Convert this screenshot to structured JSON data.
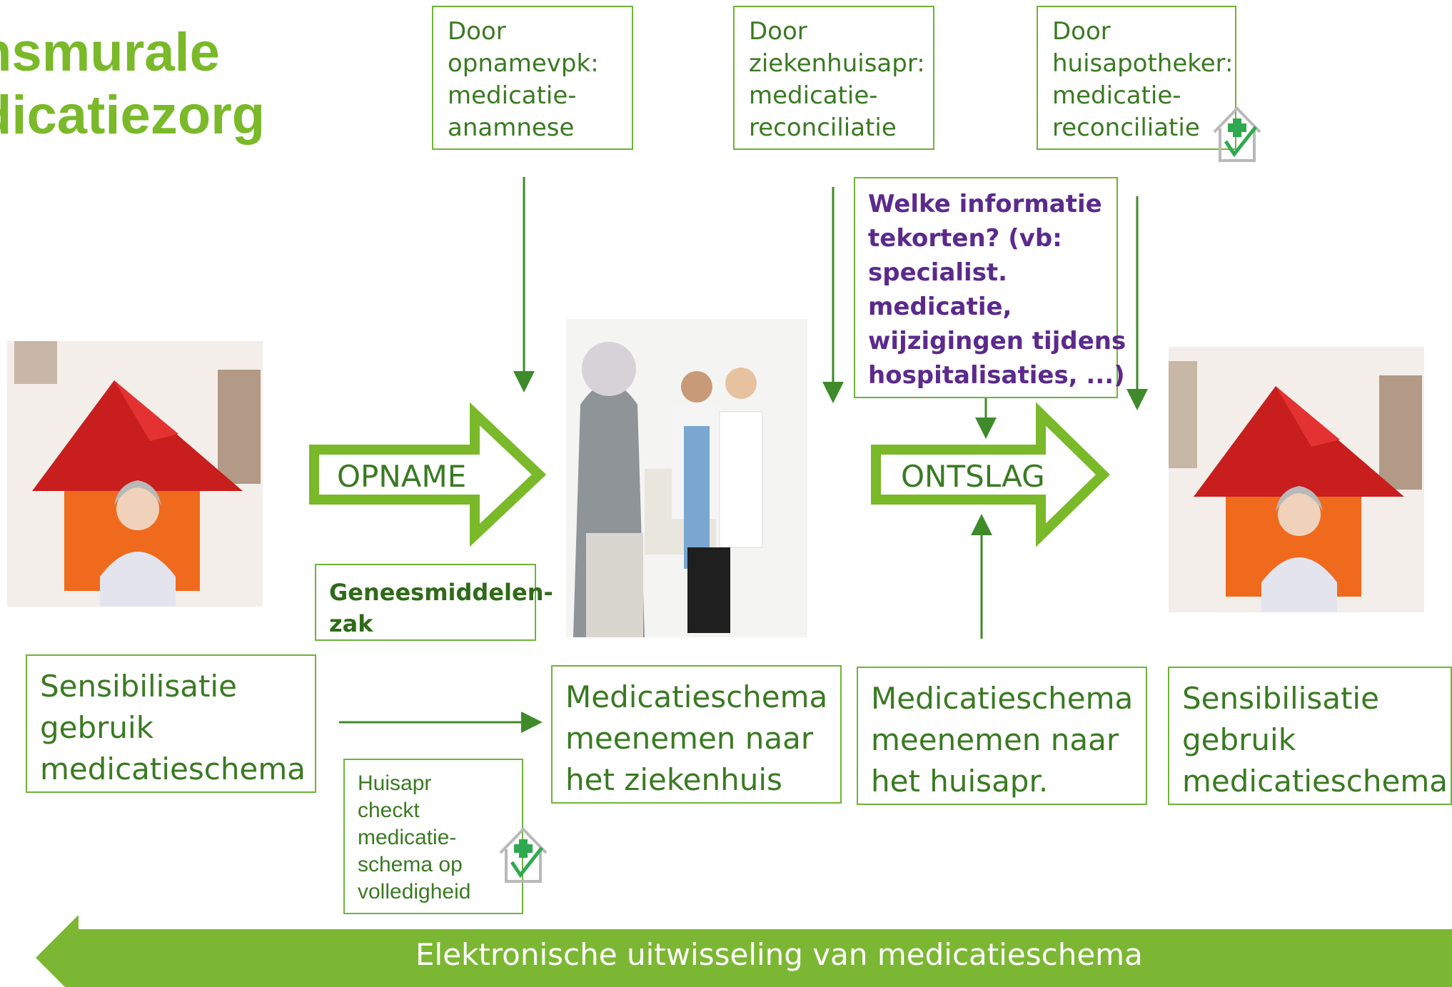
{
  "title": "nsmurale\ndicatiezorg",
  "top_boxes": [
    {
      "text": "Door\nopnamevpk:\nmedicatie-\nanamnese"
    },
    {
      "text": "Door\nziekenhuisapr:\nmedicatie-\nreconciliatie"
    },
    {
      "text": "Door\nhuisapotheker:\nmedicatie-\nreconciliatie"
    }
  ],
  "question_box": "Welke informatie\ntekorten? (vb:\nspecialist.\nmedicatie,\nwijzigingen tijdens\nhospitalisaties, ...)",
  "arrows": {
    "opname": "OPNAME",
    "ontslag": "ONTSLAG"
  },
  "geneesmiddelenzak": "Geneesmiddelen-\nzak",
  "bottom_boxes": [
    {
      "text": "Sensibilisatie\ngebruik\nmedicatieschema"
    },
    {
      "text": "Medicatieschema\nmeenemen naar\nhet ziekenhuis"
    },
    {
      "text": "Medicatieschema\nmeenemen naar\nhet huisapr."
    },
    {
      "text": "Sensibilisatie\ngebruik\nmedicatieschema"
    }
  ],
  "huisapr_box": "Huisapr\ncheckt\nmedicatie-\nschema op\nvolledigheid",
  "band": "Elektronische uitwisseling van medicatieschema",
  "icons": [
    "house-check-icon",
    "house-check-icon"
  ],
  "colors": {
    "green": "#7ab929",
    "dark_green": "#3a7a22",
    "purple": "#5b2a8c",
    "band": "#7cb733"
  }
}
